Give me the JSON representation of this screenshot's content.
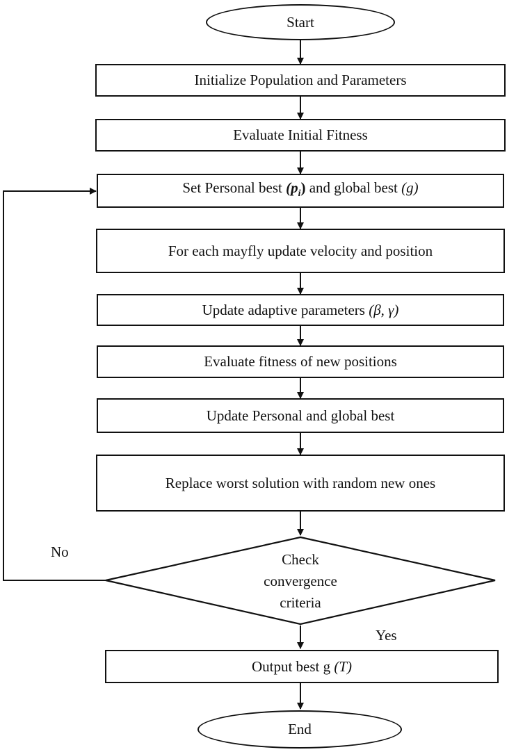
{
  "nodes": {
    "start": "Start",
    "init": "Initialize Population and Parameters",
    "eval_initial": "Evaluate Initial Fitness",
    "set_best": {
      "prefix": "Set Personal best ",
      "pbest_symbol": "(p",
      "pbest_subscript": "i",
      "pbest_close": ")",
      "middle": " and global best ",
      "gbest_symbol": "(g)"
    },
    "update_velocity": "For each mayfly update velocity and position",
    "update_params": {
      "text": "Update adaptive parameters ",
      "symbols": "(β, γ)"
    },
    "eval_new": "Evaluate fitness of new positions",
    "update_best": "Update Personal and global best",
    "replace_worst": "Replace worst solution with random new ones",
    "check": "Check convergence criteria",
    "output": {
      "text": "Output best g ",
      "symbol": "(T)"
    },
    "end": "End"
  },
  "edge_labels": {
    "no": "No",
    "yes": "Yes"
  },
  "colors": {
    "stroke": "#111111",
    "background": "#ffffff"
  }
}
